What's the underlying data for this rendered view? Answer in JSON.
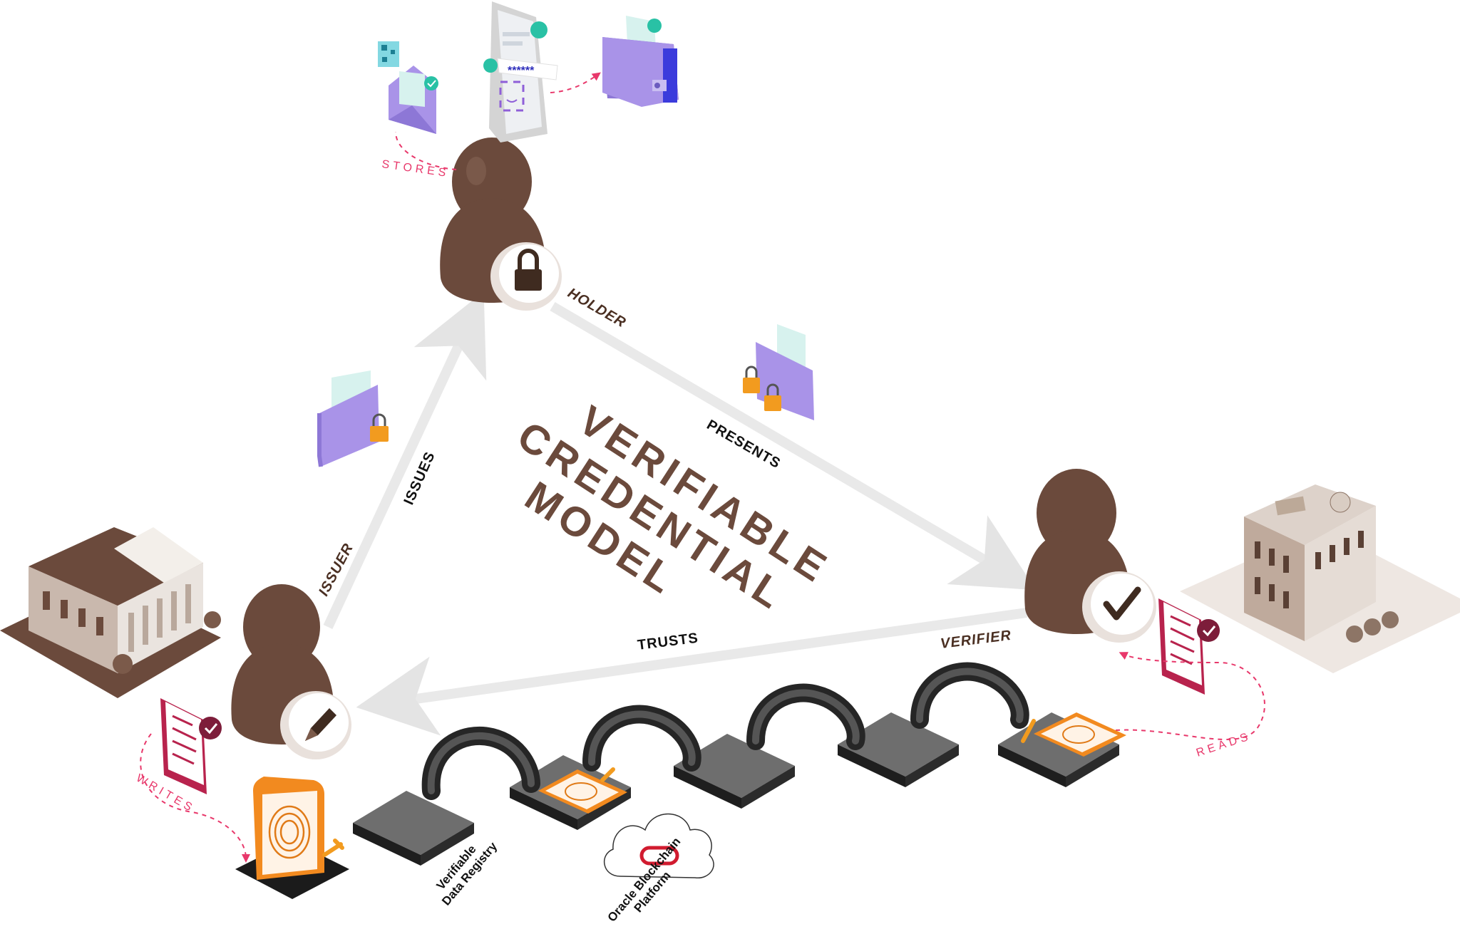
{
  "title": {
    "line1": "VERIFIABLE",
    "line2": "CREDENTIAL",
    "line3": "MODEL"
  },
  "roles": {
    "holder": "HOLDER",
    "issuer": "ISSUER",
    "verifier": "VERIFIER"
  },
  "relations": {
    "issues": "ISSUES",
    "presents": "PRESENTS",
    "trusts": "TRUSTS",
    "stores": "STORES",
    "writes": "WRITES",
    "reads": "READS"
  },
  "phone": {
    "password_mask": "******"
  },
  "registry": {
    "line1": "Verifiable",
    "line2": "Data Registry"
  },
  "platform": {
    "line1": "Oracle Blockchain",
    "line2": "Platform"
  },
  "colors": {
    "person": "#6b4a3c",
    "title": "#6b4a3c",
    "arrow": "#e9e9e9",
    "accent_pink": "#e8386b",
    "folder": "#a993e8",
    "orange": "#f28a1f",
    "chain": "#2b2b2b"
  }
}
